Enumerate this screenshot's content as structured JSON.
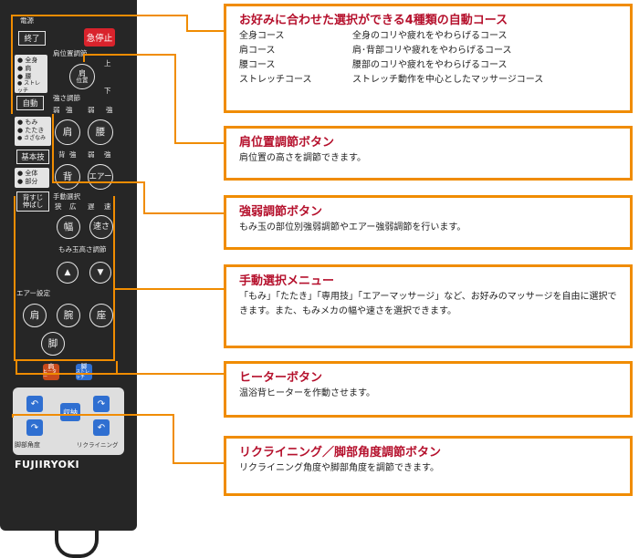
{
  "remote": {
    "power_label": "電源",
    "end_button": "終了",
    "stop_button": "急停止",
    "auto_options": [
      "全身",
      "肩",
      "腰",
      "ストレッチ"
    ],
    "auto_button": "自動",
    "shoulder_pos_label": "肩位置調節",
    "shoulder_btn": [
      "肩",
      "位置"
    ],
    "up_label": "上",
    "down_label": "下",
    "strength_label": "強さ調節",
    "strength_top": [
      "弱",
      "強",
      "弱",
      "強"
    ],
    "btn_kata": "肩",
    "btn_koshi": "腰",
    "strength_mid": [
      "背",
      "強",
      "弱",
      "強"
    ],
    "btn_se": "背",
    "btn_air": "エアー",
    "tech_options": [
      "もみ",
      "たたき",
      "さざなみ"
    ],
    "tech_button": "基本技",
    "range_options": [
      "全体",
      "部分"
    ],
    "stretch_button": [
      "背すじ",
      "伸ばし"
    ],
    "manual_label": "手動選択",
    "width_speed_labels": [
      "狭",
      "広",
      "遅",
      "速"
    ],
    "btn_haba": "幅",
    "btn_hayasa": "速さ",
    "height_label": "もみ玉高さ調節",
    "up_arrow": "▲",
    "down_arrow": "▼",
    "air_label": "エアー設定",
    "btn_air_kata": "肩",
    "btn_ude": "腕",
    "btn_za": "座",
    "btn_ashi": "脚",
    "heater_back": [
      "肩",
      "ヒーター"
    ],
    "heater_leg": [
      "脚",
      "ストレッチ"
    ],
    "storage_button": "収納",
    "leg_angle_label": "脚部角度",
    "recline_label": "リクライニング",
    "logo": "FUJIIRYOKI"
  },
  "callouts": [
    {
      "title": "お好みに合わせた選択ができる4種類の自動コース",
      "rows": [
        {
          "name": "全身コース",
          "desc": "全身のコリや疲れをやわらげるコース"
        },
        {
          "name": "肩コース",
          "desc": "肩･背部コリや疲れをやわらげるコース"
        },
        {
          "name": "腰コース",
          "desc": "腰部のコリや疲れをやわらげるコース"
        },
        {
          "name": "ストレッチコース",
          "desc": "ストレッチ動作を中心としたマッサージコース"
        }
      ]
    },
    {
      "title": "肩位置調節ボタン",
      "body": "肩位置の高さを調節できます。"
    },
    {
      "title": "強弱調節ボタン",
      "body": "もみ玉の部位別強弱調節やエアー強弱調節を行います。"
    },
    {
      "title": "手動選択メニュー",
      "body": "「もみ」「たたき」「専用技」「エアーマッサージ」など、お好みのマッサージを自由に選択できます。また、もみメカの幅や速さを選択できます。"
    },
    {
      "title": "ヒーターボタン",
      "body": "温浴背ヒーターを作動させます。"
    },
    {
      "title": "リクライニング／脚部角度調節ボタン",
      "body": "リクライニング角度や脚部角度を調節できます。"
    }
  ],
  "colors": {
    "accent": "#f08c00",
    "title": "#b5102c",
    "stop": "#d9232c",
    "recline": "#2f6fd1"
  }
}
